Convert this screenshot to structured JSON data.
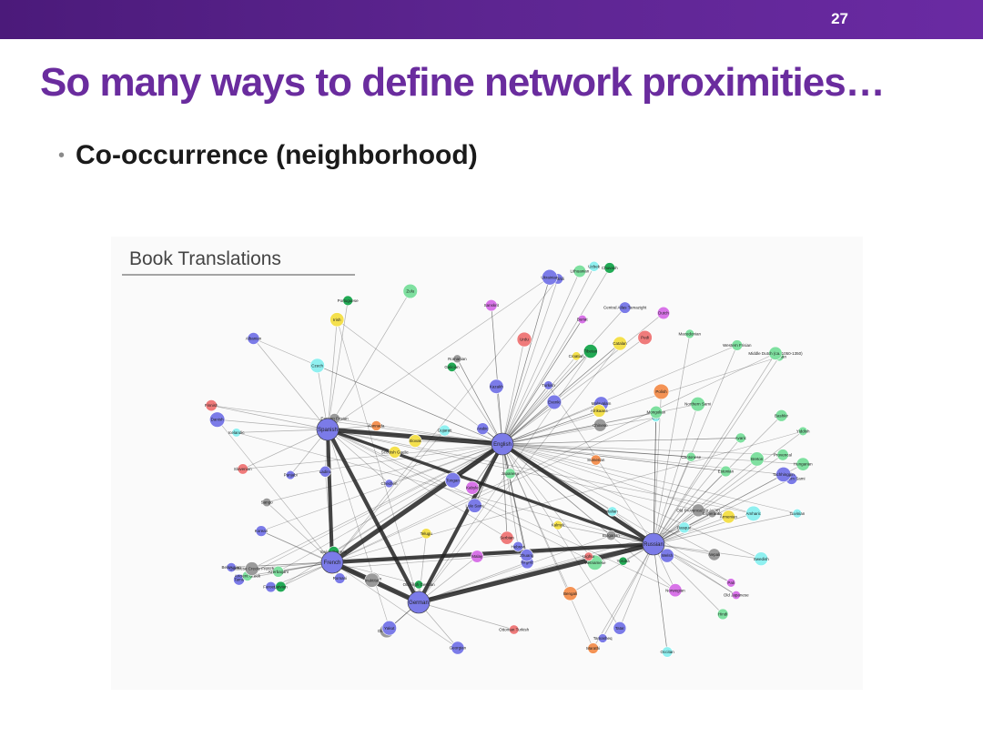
{
  "slide": {
    "page_number": "27",
    "title": "So many ways to define network proximities…",
    "bullet": "Co-occurrence (neighborhood)"
  },
  "figure": {
    "heading": "Book Translations",
    "hubs": [
      "English",
      "French",
      "German",
      "Russian",
      "Spanish"
    ],
    "languages": [
      "Tamasheq",
      "Romani",
      "Northern Sami",
      "Southern Sami",
      "Lule Sami",
      "Faroese",
      "Kabyle",
      "Ewe",
      "Icelandic",
      "Basque",
      "Norwegian",
      "Old Norse",
      "Sumerian",
      "Ladino",
      "Ottoman Turkish",
      "Yoruba",
      "Pedi",
      "Zulu",
      "Swahili",
      "Hungarian",
      "Sanskrit",
      "Pali",
      "Armenian",
      "Malay",
      "Telugu",
      "Kannada",
      "Hindi",
      "Tamil",
      "Marathi",
      "Panjabi",
      "Bengali",
      "Gujarati",
      "Malayalam",
      "Urdu",
      "Nepali",
      "Latin",
      "Ancient Greek",
      "Catalan",
      "Galician",
      "Italian",
      "Portuguese",
      "Dutch",
      "Swedish",
      "Danish",
      "Czech",
      "Polish",
      "Turkish",
      "Persian",
      "Korean",
      "Japanese",
      "Vietnamese",
      "Chinese",
      "Hebrew",
      "Yiddish",
      "Arabic",
      "Amharic",
      "Tibetan",
      "Mongolian",
      "Ukrainian",
      "Belarusian",
      "Bulgarian",
      "Romanian",
      "Estonian",
      "Latvian",
      "Lithuanian",
      "Finnish",
      "Georgian",
      "Azerbaijani",
      "Kazakh",
      "Kirghiz",
      "Uzbek",
      "Tatar",
      "Bashkir",
      "Chuvash",
      "Ossetian",
      "Chechen",
      "Avaric",
      "Tuvinian",
      "Yakut",
      "Uighur",
      "Buriat",
      "Kalmyk",
      "Evenki",
      "Old Japanese",
      "Inuktitut",
      "Sango",
      "Welsh",
      "Breton",
      "Occitan",
      "Provencal",
      "Old Provencal (to 1500)",
      "Guianese Creole French",
      "Old High German",
      "Middle Dutch (ca. 1050-1350)",
      "Western Frisian",
      "Zhuang",
      "Cantonese",
      "Tachhinggin",
      "Eastern Frisian",
      "Swiss German",
      "Central Atlas Tamazight",
      "Tongan",
      "Afrikaans",
      "Esperanto",
      "Serbian",
      "Croatian",
      "Slovenian",
      "Slovak",
      "Irish",
      "Scottish Gaelic",
      "Albanian",
      "Macedonian"
    ]
  }
}
